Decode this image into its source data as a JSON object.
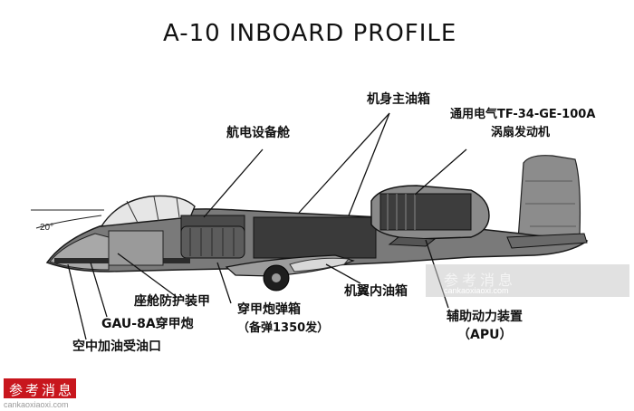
{
  "title": "A-10 INBOARD PROFILE",
  "angle_label": "20°",
  "labels": {
    "fuselage_fuel": "机身主油箱",
    "engine_line1": "通用电气TF-34-GE-100A",
    "engine_line2": "涡扇发动机",
    "avionics": "航电设备舱",
    "cockpit_armor": "座舱防护装甲",
    "gun": "GAU-8A穿甲炮",
    "refuel": "空中加油受油口",
    "ammo_line1": "穿甲炮弹箱",
    "ammo_line2": "（备弹1350发）",
    "wing_fuel": "机翼内油箱",
    "apu_line1": "辅助动力装置",
    "apu_line2": "（APU）"
  },
  "watermark": {
    "logo_text": "参考消息",
    "site": "cankaoxiaoxi.com"
  },
  "colors": {
    "ink": "#111111",
    "aircraft_fill": "#6e6e6e",
    "aircraft_dark": "#2b2b2b",
    "aircraft_light": "#bdbdbd",
    "watermark_red": "#c8161d",
    "watermark_band": "#d9d9d9"
  }
}
